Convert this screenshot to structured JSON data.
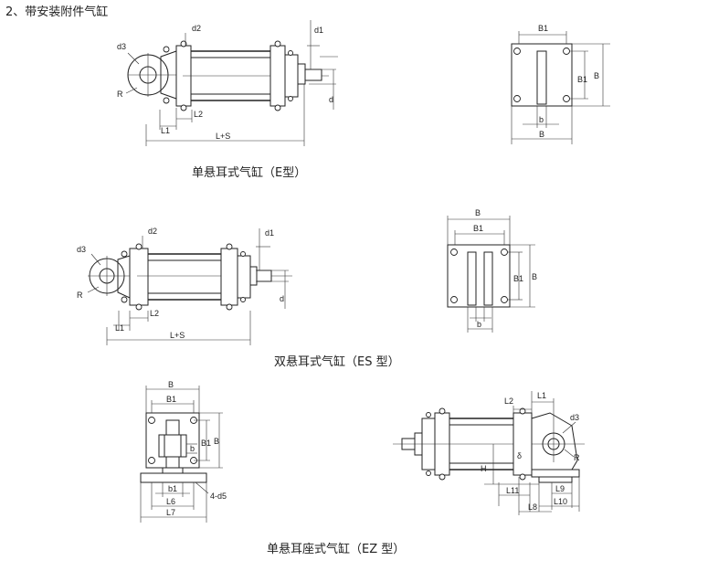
{
  "heading": "2、带安装附件气缸",
  "figures": {
    "e_type": {
      "caption": "单悬耳式气缸（E型）",
      "labels": {
        "d3": "d3",
        "d2": "d2",
        "R": "R",
        "d1": "d1",
        "d": "d",
        "L1": "L1",
        "L2": "L2",
        "LS": "L+S",
        "B1": "B1",
        "B1v": "B1",
        "B": "B",
        "b": "b",
        "Bb": "B"
      }
    },
    "es_type": {
      "caption": "双悬耳式气缸（ES 型）",
      "labels": {
        "d3": "d3",
        "d2": "d2",
        "R": "R",
        "d1": "d1",
        "d": "d",
        "L1": "L1",
        "L2": "L2",
        "LS": "L+S",
        "B": "B",
        "B1": "B1",
        "B1v": "B1",
        "Bv": "B",
        "b": "b"
      }
    },
    "ez_type": {
      "caption": "单悬耳座式气缸（EZ 型）",
      "labels": {
        "B": "B",
        "B1": "B1",
        "B1v": "B1",
        "Bv": "B",
        "b": "b",
        "b1": "b1",
        "L6": "L6",
        "L7": "L7",
        "d5": "4-d5",
        "L2": "L2",
        "L1": "L1",
        "d3": "d3",
        "R": "R",
        "H": "H",
        "delta": "δ",
        "L11": "L11",
        "L9": "L9",
        "L8": "L8",
        "L10": "L10"
      }
    }
  }
}
